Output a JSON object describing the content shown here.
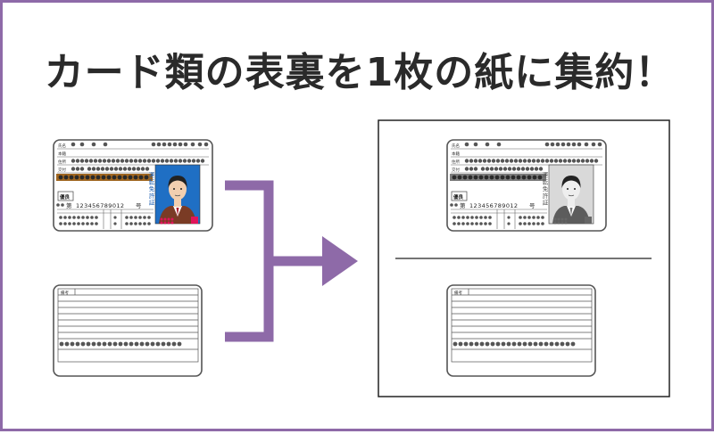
{
  "headline": "カード類の表裏を1枚の紙に集約！",
  "front_card": {
    "field_labels": [
      "氏名",
      "本籍",
      "住所",
      "交付"
    ],
    "status_label": "優良",
    "number_prefix": "第",
    "number": "123456789012",
    "number_suffix": "号",
    "side_label": "運転免許証"
  },
  "back_card": {
    "field_label": "備考"
  },
  "colors": {
    "accent": "#8e6aa8",
    "photo_bg": "#1f6fc4",
    "stripe": "#a0661f",
    "badge": "#e0145a"
  }
}
